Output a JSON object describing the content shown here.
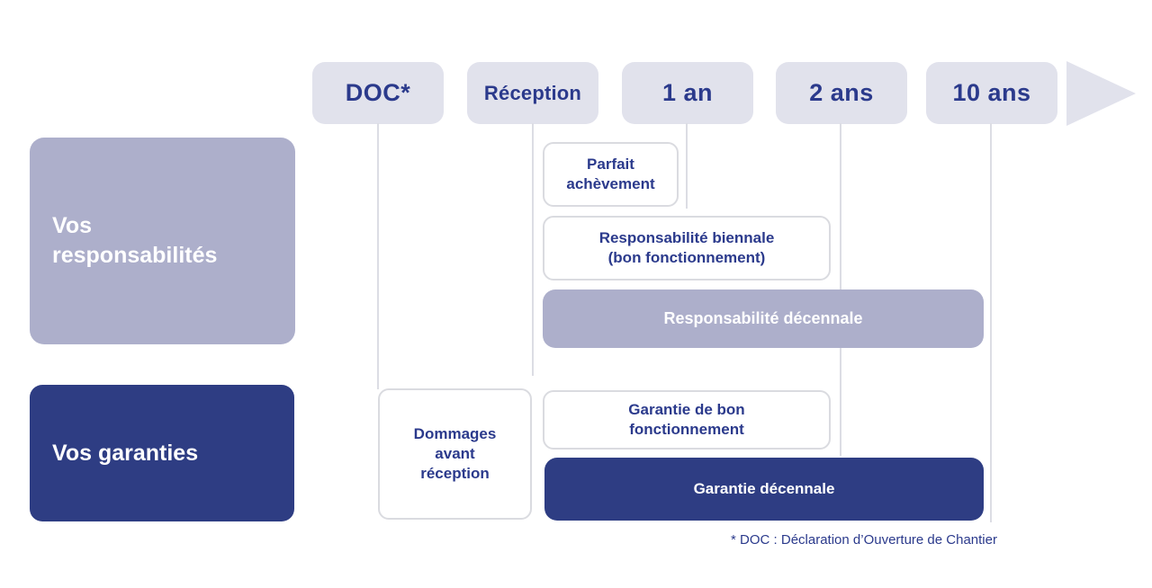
{
  "palette": {
    "navy": "#2e3d83",
    "lavender": "#adafcb",
    "milestone_bg": "#e1e2ec",
    "text_navy": "#2b3a8c",
    "guide_line": "#dcdde4",
    "outline_border": "#dadbe0"
  },
  "timeline": {
    "milestones": [
      {
        "label": "DOC*"
      },
      {
        "label": "Réception"
      },
      {
        "label": "1 an"
      },
      {
        "label": "2 ans"
      },
      {
        "label": "10 ans"
      }
    ],
    "arrow": "right-arrow"
  },
  "rows": {
    "responsibilities": {
      "lines": [
        "Vos",
        "responsabilités"
      ]
    },
    "warranties": {
      "label": "Vos garanties"
    }
  },
  "bars": {
    "parfait": {
      "lines": [
        "Parfait",
        "achèvement"
      ],
      "row": "responsabilités",
      "from": "Réception",
      "to": "1 an",
      "style": "outline"
    },
    "biennale": {
      "lines": [
        "Responsabilité biennale",
        "(bon fonctionnement)"
      ],
      "row": "responsabilités",
      "from": "Réception",
      "to": "2 ans",
      "style": "outline"
    },
    "resp_decennale": {
      "label": "Responsabilité décennale",
      "row": "responsabilités",
      "from": "Réception",
      "to": "10 ans",
      "style": "lavender"
    },
    "dommages": {
      "lines": [
        "Dommages",
        "avant",
        "réception"
      ],
      "row": "garanties",
      "from": "DOC*",
      "to": "Réception",
      "style": "outline"
    },
    "bon_fonctionnement": {
      "lines": [
        "Garantie de bon",
        "fonctionnement"
      ],
      "row": "garanties",
      "from": "Réception",
      "to": "2 ans",
      "style": "outline"
    },
    "garantie_decennale": {
      "label": "Garantie décennale",
      "row": "garanties",
      "from": "Réception",
      "to": "10 ans",
      "style": "navy"
    }
  },
  "footnote": "* DOC : Déclaration d’Ouverture de Chantier"
}
